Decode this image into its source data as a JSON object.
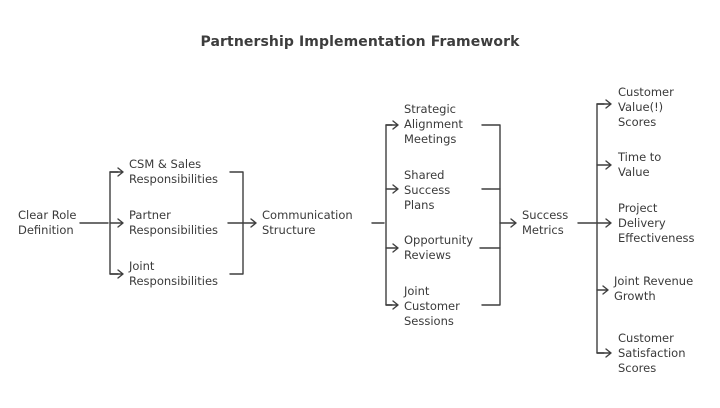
{
  "title": "Partnership Implementation Framework",
  "root": {
    "label": "Clear Role\nDefinition"
  },
  "roles": [
    {
      "label": "CSM & Sales\nResponsibilities"
    },
    {
      "label": "Partner\nResponsibilities"
    },
    {
      "label": "Joint\nResponsibilities"
    }
  ],
  "communication": {
    "label": "Communication\nStructure"
  },
  "structures": [
    {
      "label": "Strategic\nAlignment\nMeetings"
    },
    {
      "label": "Shared\nSuccess\nPlans"
    },
    {
      "label": "Opportunity\nReviews"
    },
    {
      "label": "Joint\nCustomer\nSessions"
    }
  ],
  "success": {
    "label": "Success\nMetrics"
  },
  "metrics": [
    {
      "label": "Customer\nValue(!)\nScores"
    },
    {
      "label": "Time to\nValue"
    },
    {
      "label": "Project\nDelivery\nEffectiveness"
    },
    {
      "label": "Joint Revenue\nGrowth"
    },
    {
      "label": "Customer\nSatisfaction\nScores"
    }
  ]
}
